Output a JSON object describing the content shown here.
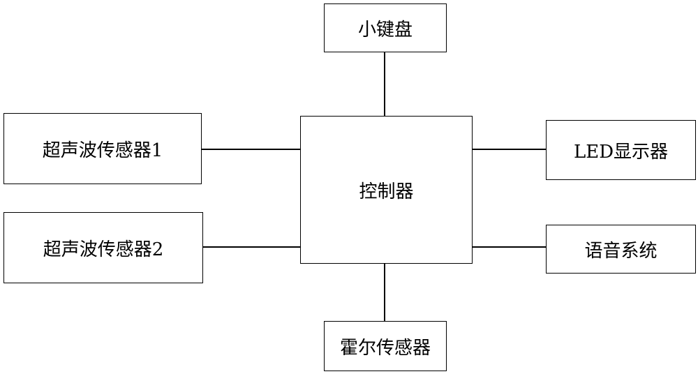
{
  "diagram": {
    "nodes": {
      "keypad": "小键盘",
      "controller": "控制器",
      "ultrasonic_1": "超声波传感器1",
      "ultrasonic_2": "超声波传感器2",
      "led_display": "LED显示器",
      "voice_system": "语音系统",
      "hall_sensor": "霍尔传感器"
    },
    "edges": [
      [
        "keypad",
        "controller"
      ],
      [
        "ultrasonic_1",
        "controller"
      ],
      [
        "ultrasonic_2",
        "controller"
      ],
      [
        "controller",
        "led_display"
      ],
      [
        "controller",
        "voice_system"
      ],
      [
        "controller",
        "hall_sensor"
      ]
    ]
  }
}
